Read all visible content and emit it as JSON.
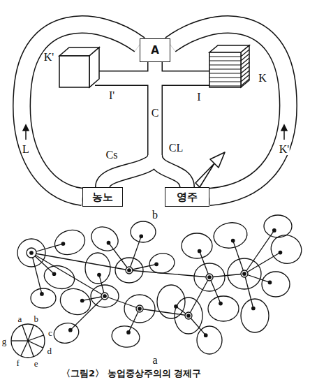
{
  "diagram": {
    "caption": "〈그림2〉 농업중상주의의 경제구",
    "nodes": [
      {
        "text": [
          "A"
        ]
      },
      {
        "text": [
          "농노"
        ]
      },
      {
        "text": [
          "영주"
        ]
      }
    ],
    "labels": [
      "K'",
      "I'",
      "C",
      "K",
      "I",
      "Cs",
      "CL",
      "L",
      "K'",
      "b",
      "a",
      "b",
      "c",
      "d",
      "e",
      "f",
      "g",
      "a"
    ]
  }
}
